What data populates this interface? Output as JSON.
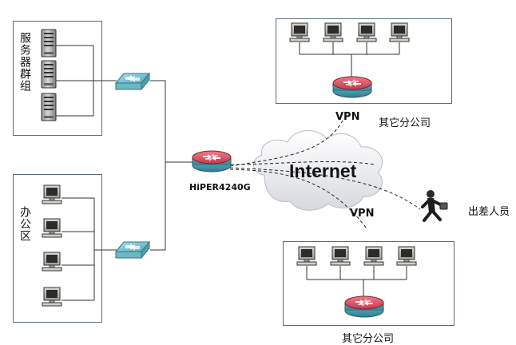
{
  "labels": {
    "server_group": "服务器群组",
    "office_area": "办公区",
    "router_model": "HiPER4240G",
    "internet": "Internet",
    "vpn_top": "VPN",
    "vpn_bottom": "VPN",
    "branch_top": "其它分公司",
    "branch_bottom": "其它分公司",
    "traveler": "出差人员"
  }
}
